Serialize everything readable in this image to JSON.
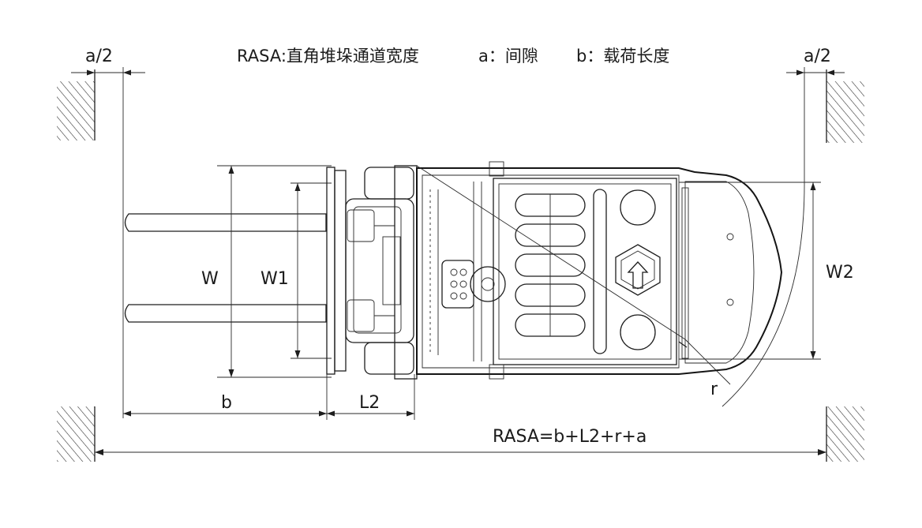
{
  "title": {
    "rasa": "RASA:直角堆垛通道宽度",
    "a_def": "a：间隙",
    "b_def": "b：载荷长度"
  },
  "labels": {
    "a_half_left": "a/2",
    "a_half_right": "a/2",
    "W": "W",
    "W1": "W1",
    "W2": "W2",
    "b": "b",
    "L2": "L2",
    "r": "r",
    "formula": "RASA=b+L2+r+a"
  }
}
